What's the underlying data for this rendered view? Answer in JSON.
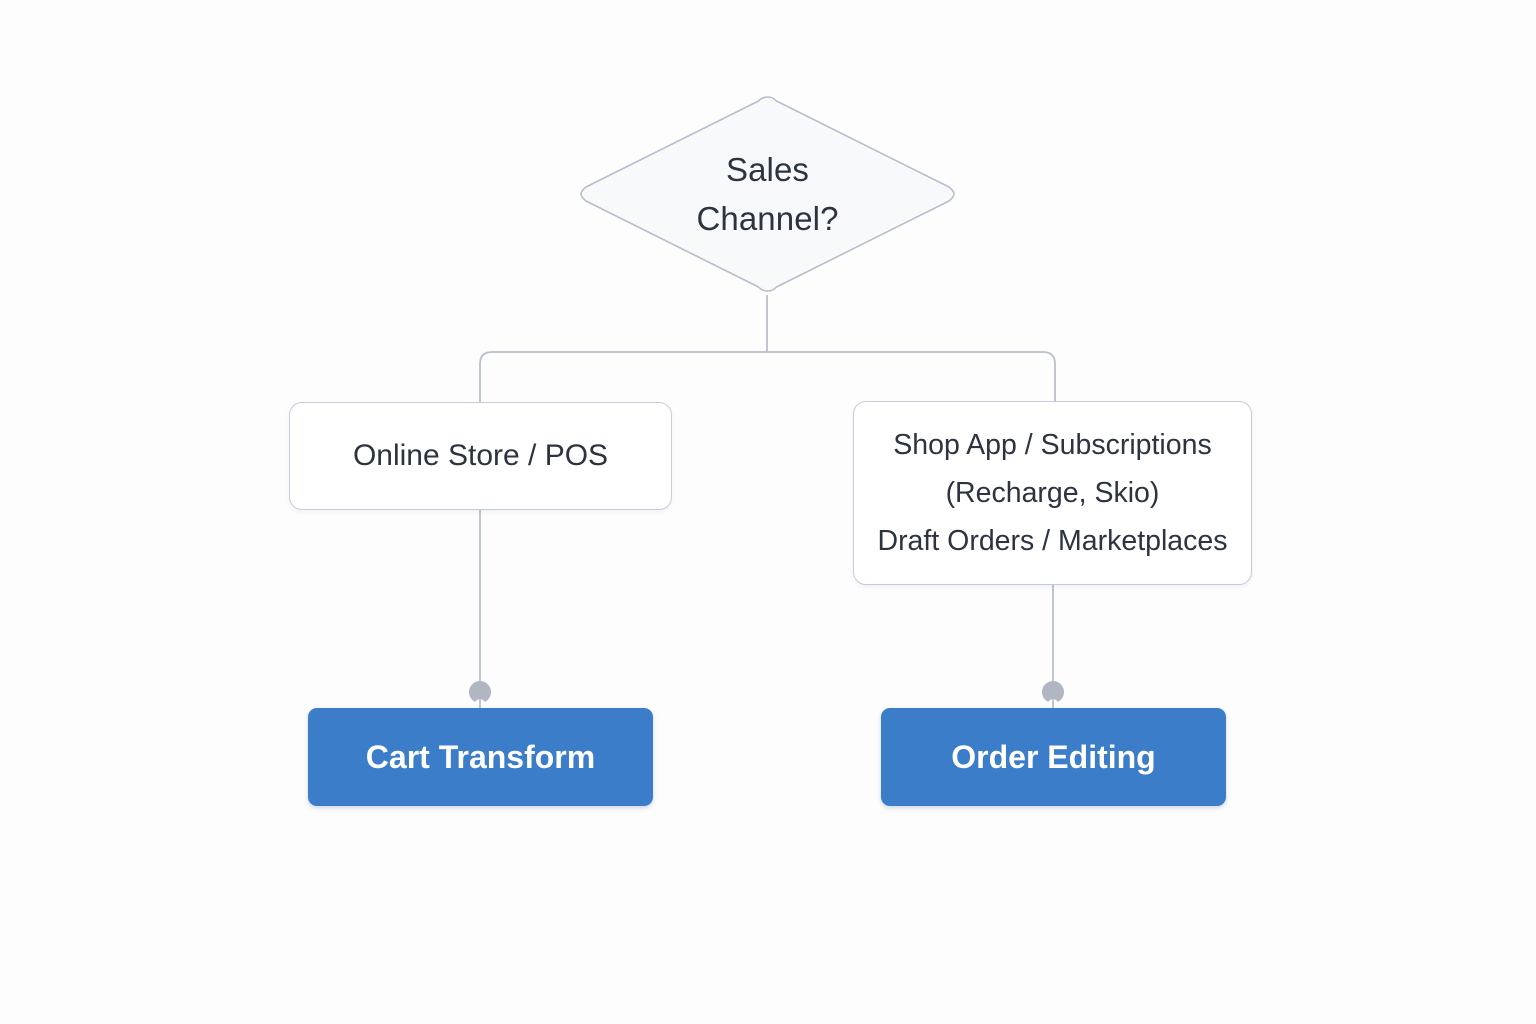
{
  "diagram": {
    "type": "flowchart",
    "title": "Sales Channel routing decision",
    "orientation": "top-down",
    "colors": {
      "canvas_background": "#fdfdfe",
      "node_border": "#c7ccd8",
      "node_fill": "#ffffff",
      "decision_fill": "#f8f9fa",
      "text": "#2c3440",
      "accent_blue": "#3b7dc8",
      "edge_line": "#b9bfcc",
      "edge_marker": "#b0b6c2"
    }
  },
  "decision": {
    "label": "Sales\nChannel?",
    "line1": "Sales",
    "line2": "Channel?",
    "shape": "diamond"
  },
  "branches": [
    {
      "id": "left",
      "label": "Online Store / POS",
      "lines": [
        "Online Store / POS"
      ],
      "result": "Cart Transform"
    },
    {
      "id": "right",
      "label": "Shop App / Subscriptions\n(Recharge, Skio)\nDraft Orders / Marketplaces",
      "lines": [
        "Shop App / Subscriptions",
        "(Recharge, Skio)",
        "Draft Orders / Marketplaces"
      ],
      "result": "Order Editing"
    }
  ],
  "results": {
    "left": "Cart Transform",
    "right": "Order Editing"
  }
}
